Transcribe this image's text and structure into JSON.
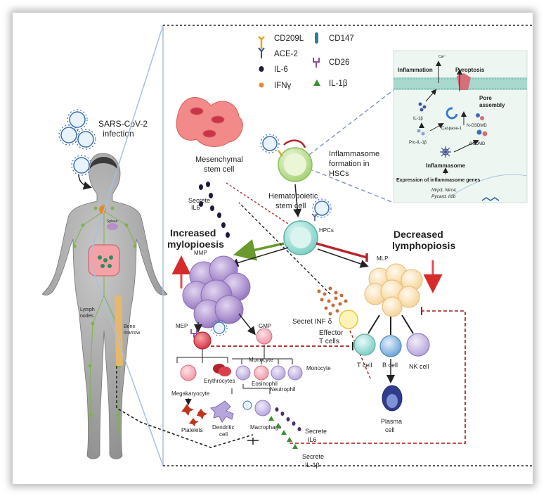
{
  "left_panel": {
    "virus_label": "SARS-CoV-2",
    "virus_label2": "infection",
    "organ_spleen": "Spleen",
    "organ_lymph": "Lymph",
    "organ_lymph2": "nodes",
    "organ_bone": "Bone",
    "organ_bone2": "marrow"
  },
  "legend": {
    "cd209l": "CD209L",
    "ace2": "ACE-2",
    "il6": "IL-6",
    "ifng": "IFNγ",
    "cd147": "CD147",
    "cd26": "CD26",
    "il1b": "IL-1β"
  },
  "inset": {
    "ca": "Ca²⁺",
    "inflammation": "Inflammation",
    "pyroptosis": "Pyroptosis",
    "pore1": "Pore",
    "pore2": "assembly",
    "il1b": "IL-1β",
    "pro_il1b": "Pro-IL-1β",
    "caspase": "Caspase-1",
    "ngsdmd": "N-GSDMD",
    "gsdmd": "GSDMD",
    "inflammasome": "Inflammasome",
    "expression": "Expression of inflammasome genes",
    "genes1": "Nlrp3, Nlrc4,",
    "genes2": "Pycard, Il1b"
  },
  "main": {
    "msc1": "Mesenchymal",
    "msc2": "stem cell",
    "hsc1": "Hematopoietic",
    "hsc2": "stem cell",
    "inflam1": "Inflammasome",
    "inflam2": "formation in",
    "inflam3": "HSCs",
    "secrete_il6_a": "Secrete",
    "secrete_il6_b": "IL6",
    "hpcs": "HPCs",
    "inc1": "Increased",
    "inc2": "mylopioesis",
    "dec1": "Decreased",
    "dec2": "lymphopiosis",
    "mmp": "MMP",
    "mlp": "MLP",
    "secret_inf": "Secret INF δ",
    "effector1": "Effector",
    "effector2": "T cells",
    "mep": "MEP",
    "gmp": "GMP",
    "monocyte_a": "Monocyte",
    "monocyte_b": "Monocyte",
    "erythrocytes": "Erythrocytes",
    "eosinophil": "Eosinophil",
    "neutrophil": "Neutrophil",
    "megakaryocyte": "Megakaryocyte",
    "platelets": "Platelets",
    "dendritic1": "Dendritic",
    "dendritic2": "cell",
    "macrophage": "Macrophage",
    "tcell": "T cell",
    "bcell": "B cell",
    "nkcell": "NK cell",
    "plasma1": "Plasma",
    "plasma2": "cell",
    "secrete_il6b_a": "Secrete",
    "secrete_il6b_b": "IL6",
    "secrete_il1b_a": "Secrete",
    "secrete_il1b_b": "IL-1β"
  },
  "colors": {
    "red_accent": "#d62b2b",
    "green_arrow": "#6a9a2e",
    "dark_red_dashed": "#a51c1c",
    "inset_bg": "#eef6f2"
  }
}
